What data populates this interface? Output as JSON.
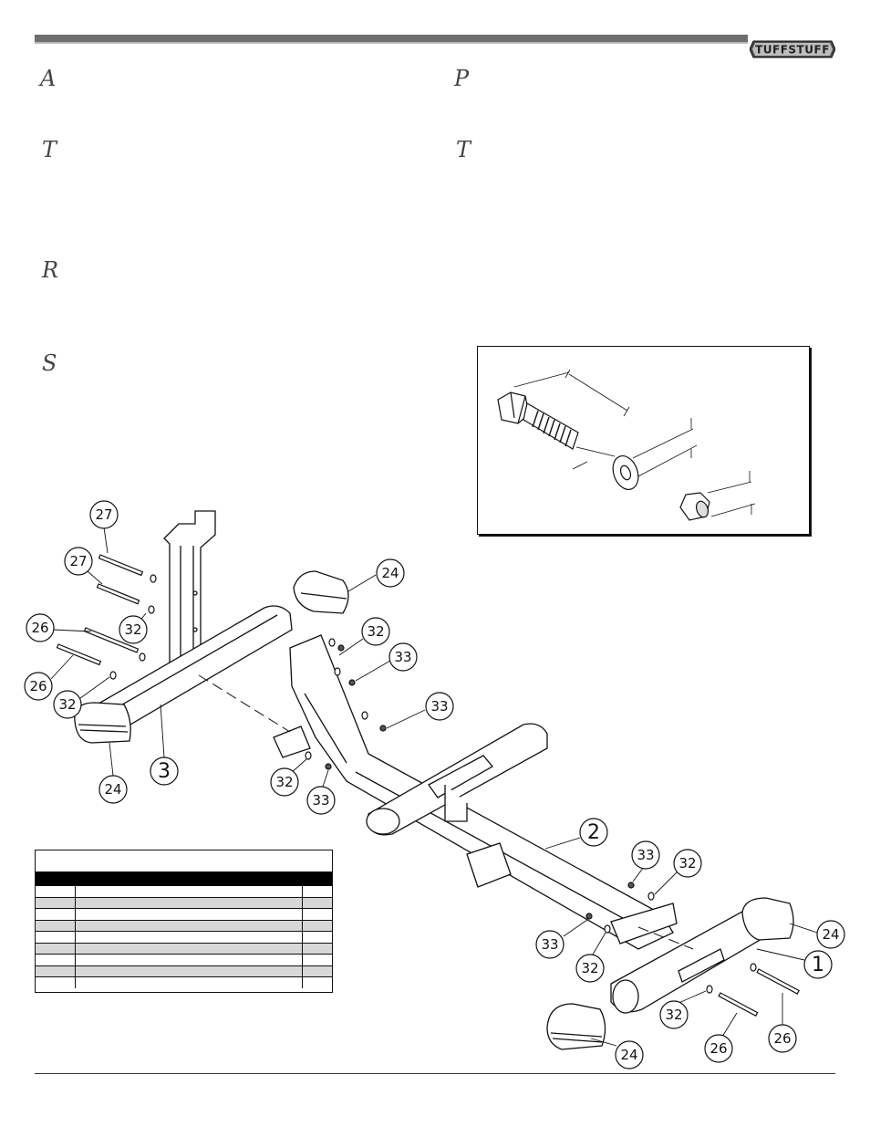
{
  "header": {
    "bar_color": "#6e6e6e",
    "logo_text": "TUFFSTUFF"
  },
  "section_initials": {
    "a": "A",
    "p": "P",
    "t1": "T",
    "t2": "T",
    "r": "R",
    "s": "S"
  },
  "callouts": [
    {
      "id": "c27a",
      "label": "27"
    },
    {
      "id": "c27b",
      "label": "27"
    },
    {
      "id": "c26a",
      "label": "26"
    },
    {
      "id": "c26b",
      "label": "26"
    },
    {
      "id": "c32a",
      "label": "32"
    },
    {
      "id": "c32b",
      "label": "32"
    },
    {
      "id": "c24a",
      "label": "24"
    },
    {
      "id": "c24b",
      "label": "24"
    },
    {
      "id": "c3",
      "label": "3"
    },
    {
      "id": "c24c",
      "label": "24"
    },
    {
      "id": "c32c",
      "label": "32"
    },
    {
      "id": "c33a",
      "label": "33"
    },
    {
      "id": "c33b",
      "label": "33"
    },
    {
      "id": "c32d",
      "label": "32"
    },
    {
      "id": "c33c",
      "label": "33"
    },
    {
      "id": "c2",
      "label": "2"
    },
    {
      "id": "c33d",
      "label": "33"
    },
    {
      "id": "c32e",
      "label": "32"
    },
    {
      "id": "c24d",
      "label": "24"
    },
    {
      "id": "c33e",
      "label": "33"
    },
    {
      "id": "c32f",
      "label": "32"
    },
    {
      "id": "c1",
      "label": "1"
    },
    {
      "id": "c32g",
      "label": "32"
    },
    {
      "id": "c26c",
      "label": "26"
    },
    {
      "id": "c26d",
      "label": "26"
    },
    {
      "id": "c24e",
      "label": "24"
    }
  ],
  "parts_table": {
    "rows": 9
  }
}
